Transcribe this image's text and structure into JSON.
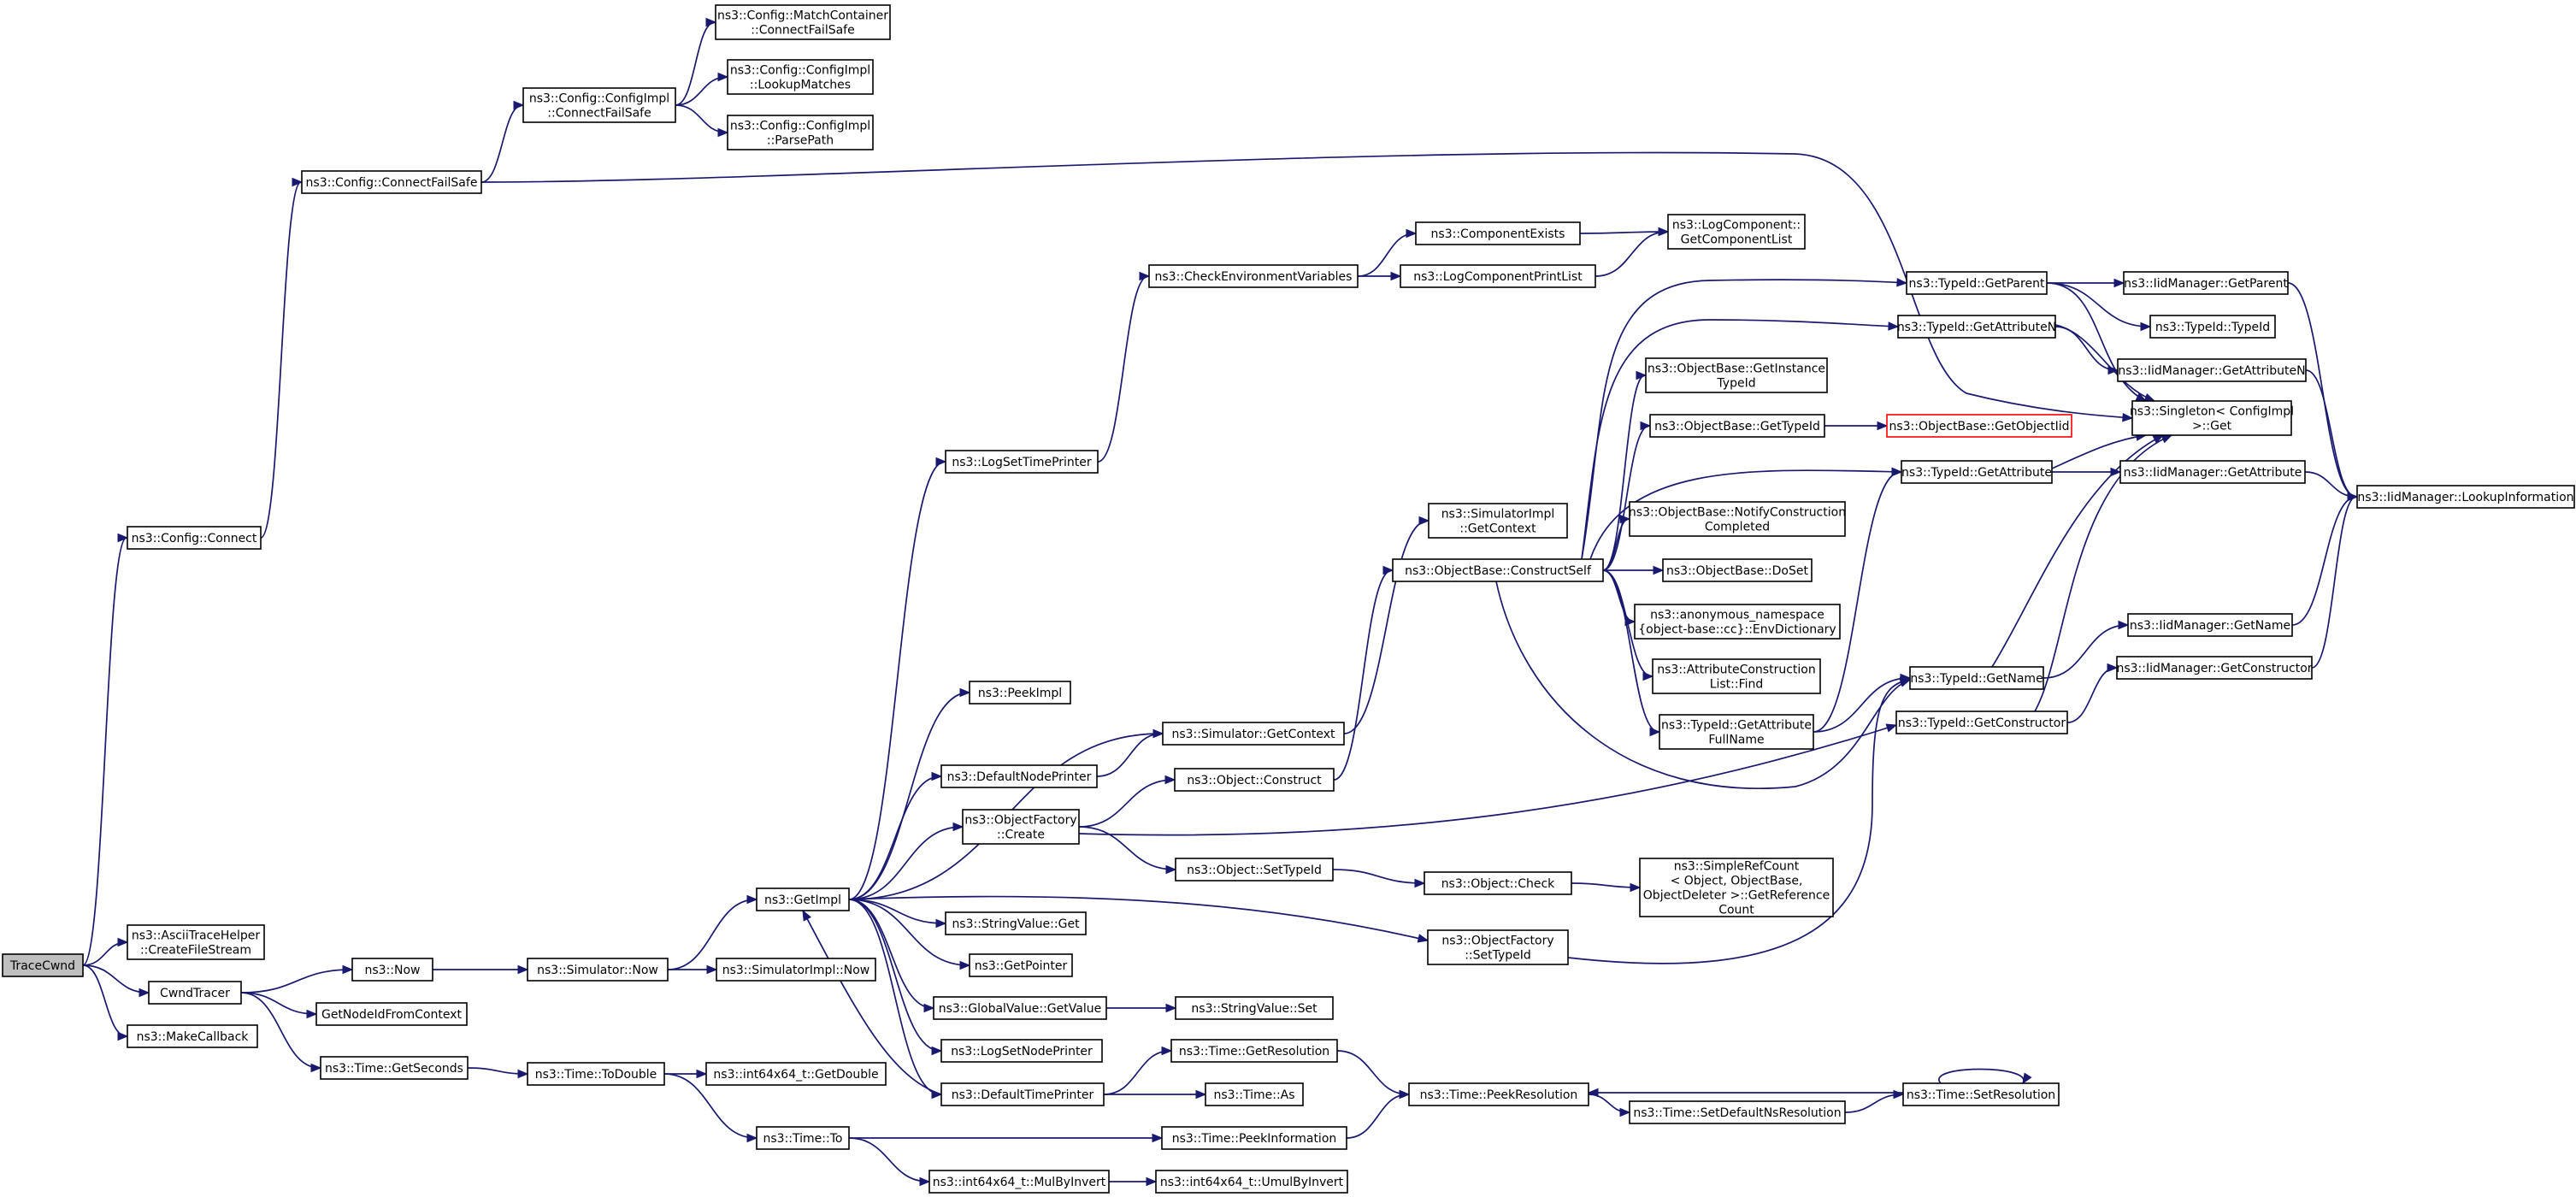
{
  "diagram": {
    "root": "TraceCwnd",
    "nodes": [
      {
        "id": "tracecwnd",
        "lines": [
          "TraceCwnd"
        ],
        "style": "root"
      },
      {
        "id": "config-connect",
        "lines": [
          "ns3::Config::Connect"
        ]
      },
      {
        "id": "config-connectfailsafe",
        "lines": [
          "ns3::Config::ConnectFailSafe"
        ]
      },
      {
        "id": "configimpl-connectfailsafe",
        "lines": [
          "ns3::Config::ConfigImpl",
          "::ConnectFailSafe"
        ]
      },
      {
        "id": "matchcontainer-connectfailsafe",
        "lines": [
          "ns3::Config::MatchContainer",
          "::ConnectFailSafe"
        ]
      },
      {
        "id": "configimpl-lookupmatches",
        "lines": [
          "ns3::Config::ConfigImpl",
          "::LookupMatches"
        ]
      },
      {
        "id": "configimpl-parsepath",
        "lines": [
          "ns3::Config::ConfigImpl",
          "::ParsePath"
        ]
      },
      {
        "id": "asciitracehelper-createfilestream",
        "lines": [
          "ns3::AsciiTraceHelper",
          "::CreateFileStream"
        ]
      },
      {
        "id": "cwndtracer",
        "lines": [
          "CwndTracer"
        ]
      },
      {
        "id": "makecallback",
        "lines": [
          "ns3::MakeCallback"
        ]
      },
      {
        "id": "now",
        "lines": [
          "ns3::Now"
        ]
      },
      {
        "id": "getnodeidfromcontext",
        "lines": [
          "GetNodeIdFromContext"
        ]
      },
      {
        "id": "time-getseconds",
        "lines": [
          "ns3::Time::GetSeconds"
        ]
      },
      {
        "id": "simulator-now",
        "lines": [
          "ns3::Simulator::Now"
        ]
      },
      {
        "id": "time-todouble",
        "lines": [
          "ns3::Time::ToDouble"
        ]
      },
      {
        "id": "getimpl",
        "lines": [
          "ns3::GetImpl"
        ]
      },
      {
        "id": "simulatorimpl-now",
        "lines": [
          "ns3::SimulatorImpl::Now"
        ]
      },
      {
        "id": "int64-getdouble",
        "lines": [
          "ns3::int64x64_t::GetDouble"
        ]
      },
      {
        "id": "time-to",
        "lines": [
          "ns3::Time::To"
        ]
      },
      {
        "id": "logsettimeprinter",
        "lines": [
          "ns3::LogSetTimePrinter"
        ]
      },
      {
        "id": "peekimpl",
        "lines": [
          "ns3::PeekImpl"
        ]
      },
      {
        "id": "defaultnodeprinter",
        "lines": [
          "ns3::DefaultNodePrinter"
        ]
      },
      {
        "id": "objectfactory-create",
        "lines": [
          "ns3::ObjectFactory",
          "::Create"
        ]
      },
      {
        "id": "stringvalue-get",
        "lines": [
          "ns3::StringValue::Get"
        ]
      },
      {
        "id": "getpointer",
        "lines": [
          "ns3::GetPointer"
        ]
      },
      {
        "id": "globalvalue-getvalue",
        "lines": [
          "ns3::GlobalValue::GetValue"
        ]
      },
      {
        "id": "logsetnodeprinter",
        "lines": [
          "ns3::LogSetNodePrinter"
        ]
      },
      {
        "id": "defaulttimeprinter",
        "lines": [
          "ns3::DefaultTimePrinter"
        ]
      },
      {
        "id": "int64-mulbyinvert",
        "lines": [
          "ns3::int64x64_t::MulByInvert"
        ]
      },
      {
        "id": "checkenvironmentvariables",
        "lines": [
          "ns3::CheckEnvironmentVariables"
        ]
      },
      {
        "id": "simulator-getcontext",
        "lines": [
          "ns3::Simulator::GetContext"
        ]
      },
      {
        "id": "object-construct",
        "lines": [
          "ns3::Object::Construct"
        ]
      },
      {
        "id": "object-settypeid",
        "lines": [
          "ns3::Object::SetTypeId"
        ]
      },
      {
        "id": "stringvalue-set",
        "lines": [
          "ns3::StringValue::Set"
        ]
      },
      {
        "id": "time-getresolution",
        "lines": [
          "ns3::Time::GetResolution"
        ]
      },
      {
        "id": "time-as",
        "lines": [
          "ns3::Time::As"
        ]
      },
      {
        "id": "time-peekinformation",
        "lines": [
          "ns3::Time::PeekInformation"
        ]
      },
      {
        "id": "int64-umulbyinvert",
        "lines": [
          "ns3::int64x64_t::UmulByInvert"
        ]
      },
      {
        "id": "componentexists",
        "lines": [
          "ns3::ComponentExists"
        ]
      },
      {
        "id": "logcomponentprintlist",
        "lines": [
          "ns3::LogComponentPrintList"
        ]
      },
      {
        "id": "simulatorimpl-getcontext",
        "lines": [
          "ns3::SimulatorImpl",
          "::GetContext"
        ]
      },
      {
        "id": "objectbase-constructself",
        "lines": [
          "ns3::ObjectBase::ConstructSelf"
        ]
      },
      {
        "id": "object-check",
        "lines": [
          "ns3::Object::Check"
        ]
      },
      {
        "id": "objectfactory-settypeid",
        "lines": [
          "ns3::ObjectFactory",
          "::SetTypeId"
        ]
      },
      {
        "id": "time-peekresolution",
        "lines": [
          "ns3::Time::PeekResolution"
        ]
      },
      {
        "id": "logcomponent-getcomponentlist",
        "lines": [
          "ns3::LogComponent::",
          "GetComponentList"
        ]
      },
      {
        "id": "objectbase-getinstancetypeid",
        "lines": [
          "ns3::ObjectBase::GetInstance",
          "TypeId"
        ]
      },
      {
        "id": "objectbase-gettypeid",
        "lines": [
          "ns3::ObjectBase::GetTypeId"
        ]
      },
      {
        "id": "objectbase-notifyconstructioncompleted",
        "lines": [
          "ns3::ObjectBase::NotifyConstruction",
          "Completed"
        ]
      },
      {
        "id": "objectbase-doset",
        "lines": [
          "ns3::ObjectBase::DoSet"
        ]
      },
      {
        "id": "envdictionary",
        "lines": [
          "ns3::anonymous_namespace",
          "{object-base::cc}::EnvDictionary"
        ]
      },
      {
        "id": "attributeconstructionlist-find",
        "lines": [
          "ns3::AttributeConstruction",
          "List::Find"
        ]
      },
      {
        "id": "typeid-getattributefullname",
        "lines": [
          "ns3::TypeId::GetAttribute",
          "FullName"
        ]
      },
      {
        "id": "simplerefcount-getreferencecount",
        "lines": [
          "ns3::SimpleRefCount",
          "< Object, ObjectBase,",
          "ObjectDeleter >::GetReference",
          "Count"
        ]
      },
      {
        "id": "time-setdefaultnsresolution",
        "lines": [
          "ns3::Time::SetDefaultNsResolution"
        ]
      },
      {
        "id": "typeid-getparent",
        "lines": [
          "ns3::TypeId::GetParent"
        ]
      },
      {
        "id": "typeid-getattributen",
        "lines": [
          "ns3::TypeId::GetAttributeN"
        ]
      },
      {
        "id": "objectbase-getobjectiid",
        "lines": [
          "ns3::ObjectBase::GetObjectIid"
        ],
        "style": "red"
      },
      {
        "id": "typeid-getattribute",
        "lines": [
          "ns3::TypeId::GetAttribute"
        ]
      },
      {
        "id": "typeid-getname",
        "lines": [
          "ns3::TypeId::GetName"
        ]
      },
      {
        "id": "typeid-getconstructor",
        "lines": [
          "ns3::TypeId::GetConstructor"
        ]
      },
      {
        "id": "time-setresolution",
        "lines": [
          "ns3::Time::SetResolution"
        ]
      },
      {
        "id": "iidmanager-getparent",
        "lines": [
          "ns3::IidManager::GetParent"
        ]
      },
      {
        "id": "typeid-typeid",
        "lines": [
          "ns3::TypeId::TypeId"
        ]
      },
      {
        "id": "iidmanager-getattributen",
        "lines": [
          "ns3::IidManager::GetAttributeN"
        ]
      },
      {
        "id": "singleton-configimpl-get",
        "lines": [
          "ns3::Singleton< ConfigImpl",
          ">::Get"
        ]
      },
      {
        "id": "iidmanager-getattribute",
        "lines": [
          "ns3::IidManager::GetAttribute"
        ]
      },
      {
        "id": "iidmanager-getname",
        "lines": [
          "ns3::IidManager::GetName"
        ]
      },
      {
        "id": "iidmanager-getconstructor",
        "lines": [
          "ns3::IidManager::GetConstructor"
        ]
      },
      {
        "id": "iidmanager-lookupinformation",
        "lines": [
          "ns3::IidManager::LookupInformation"
        ]
      }
    ],
    "edges": [
      [
        "tracecwnd",
        "config-connect"
      ],
      [
        "tracecwnd",
        "asciitracehelper-createfilestream"
      ],
      [
        "tracecwnd",
        "cwndtracer"
      ],
      [
        "tracecwnd",
        "makecallback"
      ],
      [
        "config-connect",
        "config-connectfailsafe"
      ],
      [
        "config-connectfailsafe",
        "configimpl-connectfailsafe"
      ],
      [
        "config-connectfailsafe",
        "singleton-configimpl-get"
      ],
      [
        "configimpl-connectfailsafe",
        "matchcontainer-connectfailsafe"
      ],
      [
        "configimpl-connectfailsafe",
        "configimpl-lookupmatches"
      ],
      [
        "configimpl-connectfailsafe",
        "configimpl-parsepath"
      ],
      [
        "cwndtracer",
        "now"
      ],
      [
        "cwndtracer",
        "getnodeidfromcontext"
      ],
      [
        "cwndtracer",
        "time-getseconds"
      ],
      [
        "now",
        "simulator-now"
      ],
      [
        "time-getseconds",
        "time-todouble"
      ],
      [
        "simulator-now",
        "getimpl"
      ],
      [
        "simulator-now",
        "simulatorimpl-now"
      ],
      [
        "time-todouble",
        "int64-getdouble"
      ],
      [
        "time-todouble",
        "time-to"
      ],
      [
        "time-to",
        "time-peekinformation"
      ],
      [
        "time-to",
        "int64-mulbyinvert"
      ],
      [
        "int64-mulbyinvert",
        "int64-umulbyinvert"
      ],
      [
        "getimpl",
        "logsettimeprinter"
      ],
      [
        "getimpl",
        "peekimpl"
      ],
      [
        "getimpl",
        "simulator-getcontext"
      ],
      [
        "getimpl",
        "defaultnodeprinter"
      ],
      [
        "getimpl",
        "objectfactory-create"
      ],
      [
        "getimpl",
        "objectfactory-settypeid"
      ],
      [
        "getimpl",
        "stringvalue-get"
      ],
      [
        "getimpl",
        "getpointer"
      ],
      [
        "getimpl",
        "globalvalue-getvalue"
      ],
      [
        "getimpl",
        "logsetnodeprinter"
      ],
      [
        "getimpl",
        "defaulttimeprinter"
      ],
      [
        "logsettimeprinter",
        "checkenvironmentvariables"
      ],
      [
        "checkenvironmentvariables",
        "componentexists"
      ],
      [
        "checkenvironmentvariables",
        "logcomponentprintlist"
      ],
      [
        "componentexists",
        "logcomponent-getcomponentlist"
      ],
      [
        "logcomponentprintlist",
        "logcomponent-getcomponentlist"
      ],
      [
        "simulator-getcontext",
        "simulatorimpl-getcontext"
      ],
      [
        "defaultnodeprinter",
        "simulator-getcontext"
      ],
      [
        "objectfactory-create",
        "object-construct"
      ],
      [
        "objectfactory-create",
        "object-settypeid"
      ],
      [
        "objectfactory-create",
        "typeid-getconstructor"
      ],
      [
        "object-construct",
        "objectbase-constructself"
      ],
      [
        "object-settypeid",
        "object-check"
      ],
      [
        "object-check",
        "simplerefcount-getreferencecount"
      ],
      [
        "globalvalue-getvalue",
        "stringvalue-set"
      ],
      [
        "defaulttimeprinter",
        "getimpl"
      ],
      [
        "defaulttimeprinter",
        "time-getresolution"
      ],
      [
        "defaulttimeprinter",
        "time-as"
      ],
      [
        "time-getresolution",
        "time-peekresolution"
      ],
      [
        "time-peekinformation",
        "time-peekresolution"
      ],
      [
        "objectfactory-settypeid",
        "typeid-getname"
      ],
      [
        "objectbase-constructself",
        "typeid-getparent"
      ],
      [
        "objectbase-constructself",
        "typeid-getattributen"
      ],
      [
        "objectbase-constructself",
        "objectbase-getinstancetypeid"
      ],
      [
        "objectbase-constructself",
        "objectbase-gettypeid"
      ],
      [
        "objectbase-constructself",
        "typeid-getattribute"
      ],
      [
        "objectbase-constructself",
        "objectbase-notifyconstructioncompleted"
      ],
      [
        "objectbase-constructself",
        "objectbase-doset"
      ],
      [
        "objectbase-constructself",
        "envdictionary"
      ],
      [
        "objectbase-constructself",
        "attributeconstructionlist-find"
      ],
      [
        "objectbase-constructself",
        "typeid-getattributefullname"
      ],
      [
        "objectbase-constructself",
        "typeid-getname"
      ],
      [
        "objectbase-gettypeid",
        "objectbase-getobjectiid"
      ],
      [
        "typeid-getattributefullname",
        "typeid-getattribute"
      ],
      [
        "typeid-getattributefullname",
        "typeid-getname"
      ],
      [
        "time-peekresolution",
        "time-setdefaultnsresolution"
      ],
      [
        "time-setdefaultnsresolution",
        "time-setresolution"
      ],
      [
        "time-setresolution",
        "time-peekresolution"
      ],
      [
        "time-setresolution",
        "time-setresolution"
      ],
      [
        "typeid-getparent",
        "iidmanager-getparent"
      ],
      [
        "typeid-getparent",
        "typeid-typeid"
      ],
      [
        "typeid-getparent",
        "singleton-configimpl-get"
      ],
      [
        "typeid-getattributen",
        "iidmanager-getattributen"
      ],
      [
        "typeid-getattributen",
        "singleton-configimpl-get"
      ],
      [
        "typeid-getattribute",
        "iidmanager-getattribute"
      ],
      [
        "typeid-getattribute",
        "singleton-configimpl-get"
      ],
      [
        "typeid-getname",
        "iidmanager-getname"
      ],
      [
        "typeid-getname",
        "singleton-configimpl-get"
      ],
      [
        "typeid-getconstructor",
        "iidmanager-getconstructor"
      ],
      [
        "typeid-getconstructor",
        "singleton-configimpl-get"
      ],
      [
        "iidmanager-getparent",
        "iidmanager-lookupinformation"
      ],
      [
        "iidmanager-getattributen",
        "iidmanager-lookupinformation"
      ],
      [
        "iidmanager-getattribute",
        "iidmanager-lookupinformation"
      ],
      [
        "iidmanager-getname",
        "iidmanager-lookupinformation"
      ],
      [
        "iidmanager-getconstructor",
        "iidmanager-lookupinformation"
      ]
    ]
  }
}
